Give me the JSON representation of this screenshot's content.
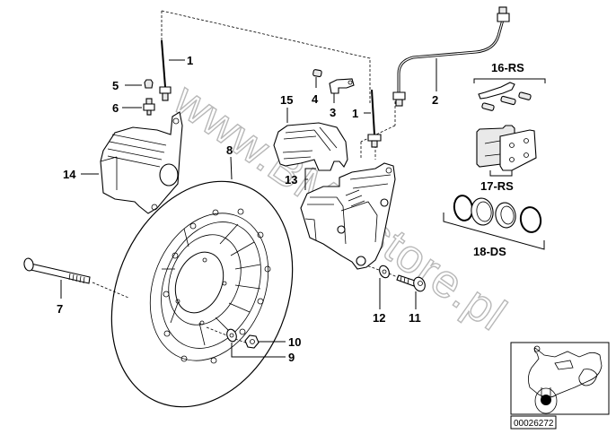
{
  "diagram": {
    "title": "Front brake caliper assembly (exploded view)",
    "watermark": "www.BMWstore.pl",
    "reference_number": "00026272",
    "callouts": [
      {
        "id": "1a",
        "label": "1"
      },
      {
        "id": "1b",
        "label": "1"
      },
      {
        "id": "2",
        "label": "2"
      },
      {
        "id": "3",
        "label": "3"
      },
      {
        "id": "4",
        "label": "4"
      },
      {
        "id": "5",
        "label": "5"
      },
      {
        "id": "6",
        "label": "6"
      },
      {
        "id": "7",
        "label": "7"
      },
      {
        "id": "8",
        "label": "8"
      },
      {
        "id": "9",
        "label": "9"
      },
      {
        "id": "10",
        "label": "10"
      },
      {
        "id": "11",
        "label": "11"
      },
      {
        "id": "12",
        "label": "12"
      },
      {
        "id": "13",
        "label": "13"
      },
      {
        "id": "14",
        "label": "14"
      },
      {
        "id": "15",
        "label": "15"
      },
      {
        "id": "16",
        "label": "16-RS"
      },
      {
        "id": "17",
        "label": "17-RS"
      },
      {
        "id": "18",
        "label": "18-DS"
      }
    ]
  }
}
